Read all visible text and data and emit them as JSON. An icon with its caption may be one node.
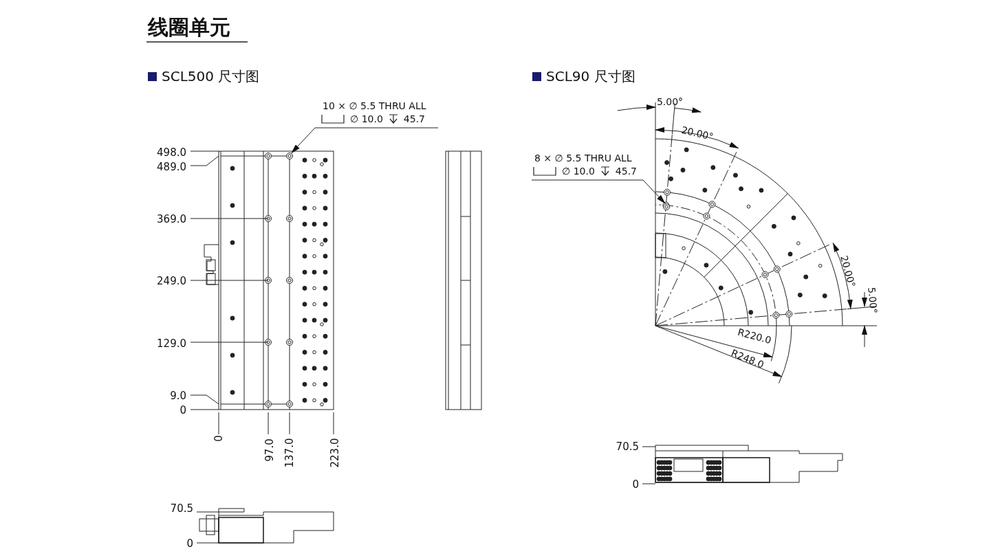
{
  "diagram": {
    "title": "线圈单元",
    "nodes": [
      {
        "text": [
          "10 × ∅ 5.5 THRU ALL",
          "∅ 10.0",
          "45.7"
        ]
      },
      {
        "text": [],
        "shape": "circle"
      },
      {
        "text": [
          "8 × ∅ 5.5 THRU ALL",
          "∅ 10.0",
          "45.7"
        ]
      },
      {
        "text": [],
        "shape": "circle"
      }
    ],
    "edges": [
      {
        "from": 0,
        "to": 1,
        "arrow": "to"
      },
      {
        "from": 2,
        "to": 3,
        "arrow": "to"
      }
    ],
    "labels": [
      "SCL500 尺寸图",
      "SCL90 尺寸图",
      "5.00°",
      "20.00°",
      "498.0",
      "489.0",
      "369.0",
      "249.0",
      "129.0",
      "9.0",
      "0",
      "0",
      "97.0",
      "137.0",
      "223.0",
      "70.5",
      "0",
      "20.00°",
      "5.00°",
      "R220.0",
      "R248.0",
      "70.5",
      "0"
    ]
  }
}
